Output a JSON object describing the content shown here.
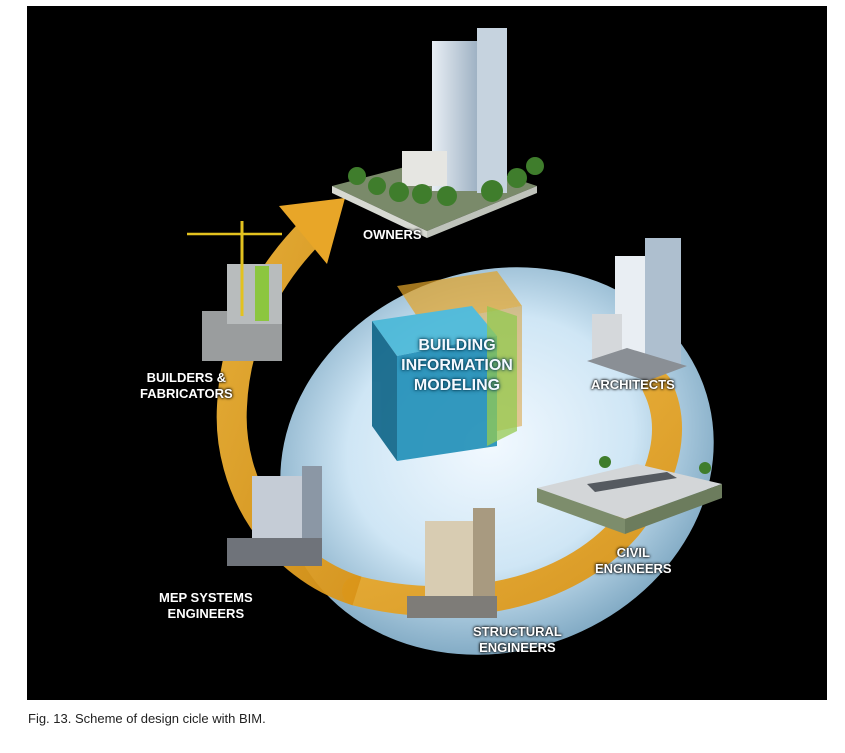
{
  "center": {
    "line1": "BUILDING",
    "line2": "INFORMATION",
    "line3": "MODELING"
  },
  "stakeholders": [
    {
      "id": "owners",
      "lines": [
        "OWNERS"
      ]
    },
    {
      "id": "architects",
      "lines": [
        "ARCHITECTS"
      ]
    },
    {
      "id": "civil-engineers",
      "lines": [
        "CIVIL",
        "ENGINEERS"
      ]
    },
    {
      "id": "structural-engineers",
      "lines": [
        "STRUCTURAL",
        "ENGINEERS"
      ]
    },
    {
      "id": "mep-systems-engineers",
      "lines": [
        "MEP SYSTEMS",
        "ENGINEERS"
      ]
    },
    {
      "id": "builders-fabricators",
      "lines": [
        "BUILDERS &",
        "FABRICATORS"
      ]
    }
  ],
  "caption": "Fig. 13. Scheme of design cicle with BIM.",
  "colors": {
    "background": "#000000",
    "arrow": "#e8a628",
    "disc": "#d8ecf8",
    "cube": "#1f8fb8",
    "label": "#ffffff"
  }
}
